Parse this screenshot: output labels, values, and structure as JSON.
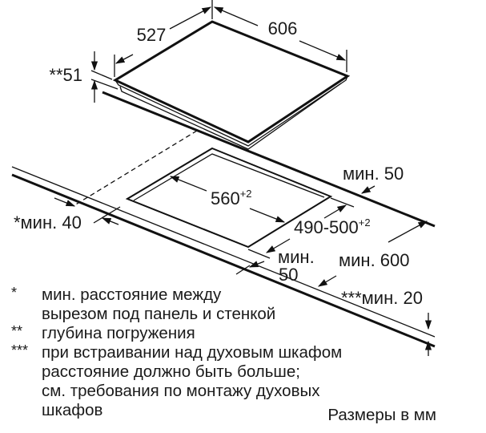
{
  "dimensions": {
    "hob_depth": "527",
    "hob_width": "606",
    "immersion_depth": "**51",
    "cutout_width": "560",
    "cutout_width_tol": "+2",
    "cutout_depth": "490-500",
    "cutout_depth_tol": "+2",
    "min_back": "мин. 50",
    "min_wall": "*мин. 40",
    "min_front_1": "мин.",
    "min_front_2": "50",
    "min_worktop": "мин. 600",
    "min_thickness": "***мин. 20"
  },
  "notes": [
    {
      "mark": "*",
      "lines": [
        "мин. расстояние между",
        "вырезом под панель и стенкой"
      ]
    },
    {
      "mark": "**",
      "lines": [
        "глубина погружения"
      ]
    },
    {
      "mark": "***",
      "lines": [
        "при встраивании над духовым шкафом",
        "расстояние должно быть больше;",
        "см. требования по монтажу духовых",
        "шкафов"
      ]
    }
  ],
  "units_label": "Размеры в мм"
}
